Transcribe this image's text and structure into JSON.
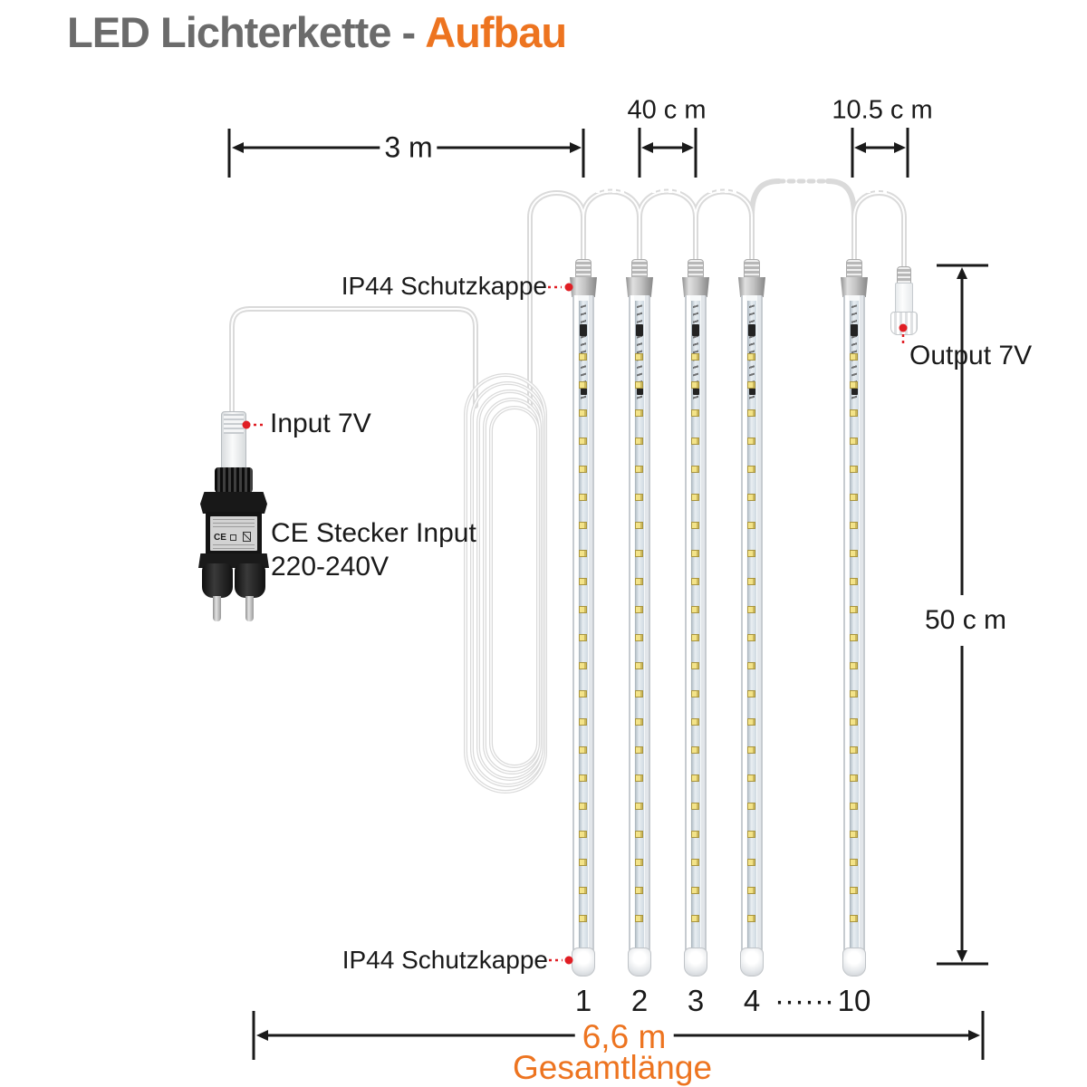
{
  "title": {
    "main": "LED Lichterkette -",
    "accent": "Aufbau"
  },
  "colors": {
    "accent_orange": "#ED7420",
    "leader_red": "#E01E24",
    "dimension_black": "#1A1A1A",
    "title_gray": "#6B6B6B",
    "cable_gray": "#DADADA",
    "led_yellow": "#F3E388"
  },
  "dims": {
    "lead": "3 m",
    "tube_gap": "40 c m",
    "end_gap": "10.5 c m",
    "tube_len": "50 c m",
    "total": "6,6 m",
    "total_sub": "Gesamtlänge"
  },
  "labels": {
    "cap_top": "IP44 Schutzkappe",
    "cap_bottom": "IP44 Schutzkappe",
    "input": "Input 7V",
    "output": "Output 7V",
    "plug_line1": "CE Stecker Input",
    "plug_line2": "220-240V",
    "ce_mark": "CE"
  },
  "tubes": {
    "shown_count": 5,
    "leds_per_tube": 21,
    "numbers": [
      "1",
      "2",
      "3",
      "4",
      "······",
      "10"
    ]
  }
}
